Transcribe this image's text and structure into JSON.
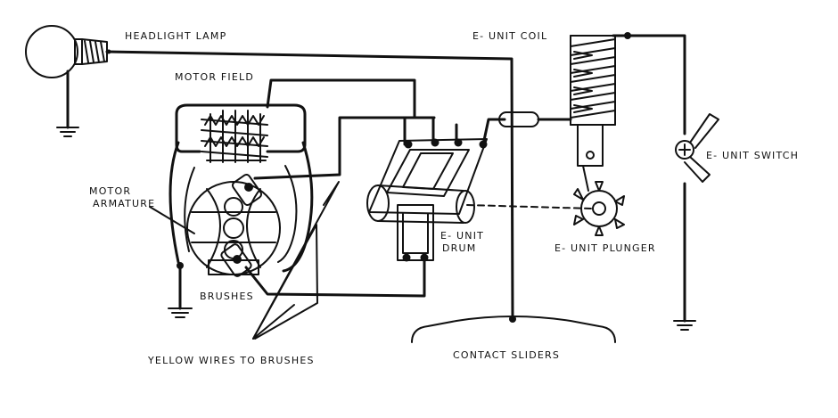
{
  "labels": {
    "headlight_lamp": "HEADLIGHT LAMP",
    "motor_field": "MOTOR FIELD",
    "motor_armature_line1": "MOTOR",
    "motor_armature_line2": "ARMATURE",
    "brushes": "BRUSHES",
    "yellow_wires": "YELLOW WIRES TO BRUSHES",
    "e_unit_coil": "E- UNIT COIL",
    "e_unit_switch": "E- UNIT SWITCH",
    "e_unit_drum_line1": "E- UNIT",
    "e_unit_drum_line2": "DRUM",
    "e_unit_plunger": "E- UNIT PLUNGER",
    "contact_sliders": "CONTACT SLIDERS"
  }
}
